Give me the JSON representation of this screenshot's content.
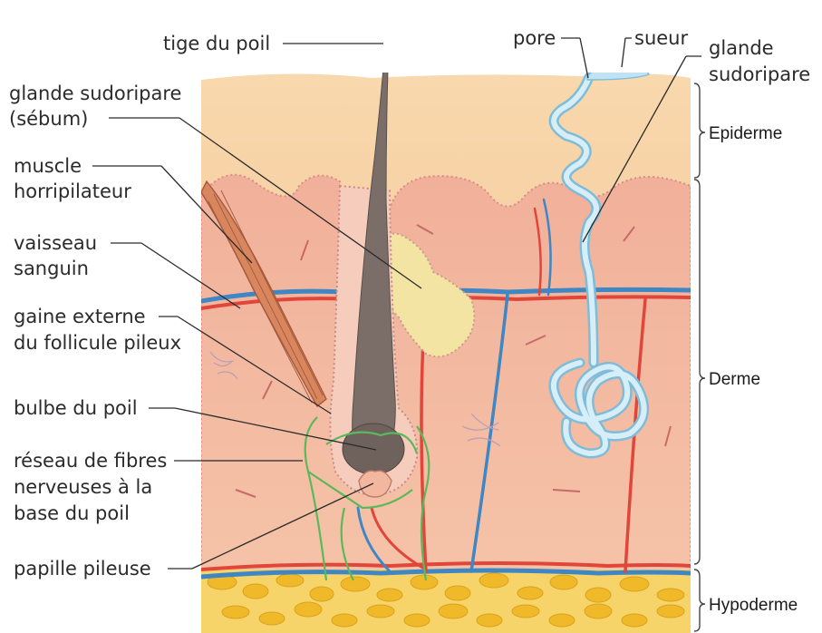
{
  "labels": {
    "tige": "tige du poil",
    "glande_sebacee_1": "glande sudoripare",
    "glande_sebacee_2": "(sébum)",
    "muscle_1": "muscle",
    "muscle_2": "horripilateur",
    "vaisseau_1": "vaisseau",
    "vaisseau_2": "sanguin",
    "gaine_1": "gaine externe",
    "gaine_2": "du follicule pileux",
    "bulbe": "bulbe du poil",
    "reseau_1": "réseau de fibres",
    "reseau_2": "nerveuses à la",
    "reseau_3": "base du poil",
    "papille": "papille pileuse",
    "pore": "pore",
    "sueur": "sueur",
    "glande_sudo_1": "glande",
    "glande_sudo_2": "sudoripare"
  },
  "layers": {
    "epiderme": "Epiderme",
    "derme": "Derme",
    "hypoderme": "Hypoderme"
  },
  "colors": {
    "epidermis": "#f6c99a",
    "dermis": "#f3b79c",
    "hypodermis_fat": "#f5c93a",
    "artery": "#e0463a",
    "vein": "#3f86c4",
    "nerve": "#5cb85c",
    "sweat_gland": "#bfe3f2",
    "sebaceous": "#f4e4a3",
    "hair": "#7b6e68"
  }
}
